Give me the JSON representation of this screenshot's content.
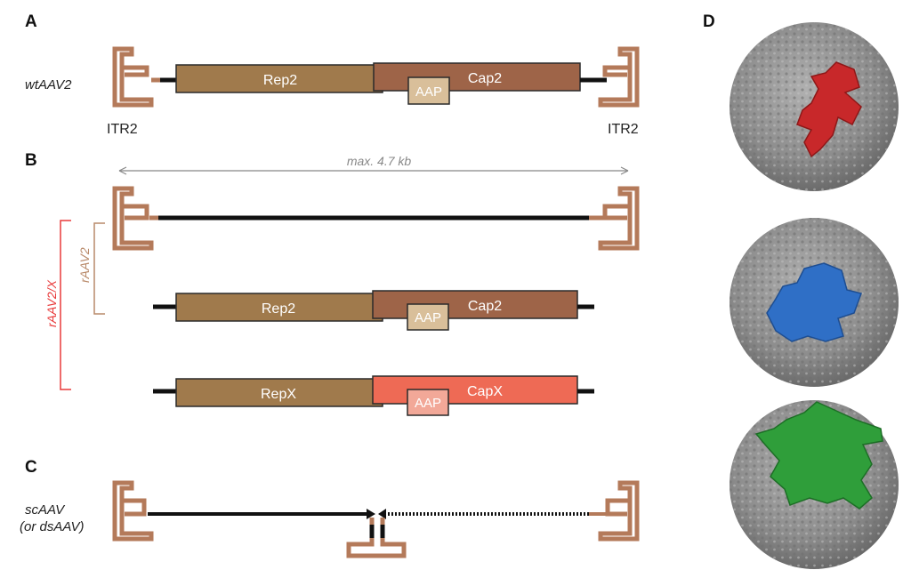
{
  "panels": {
    "a": "A",
    "b": "B",
    "c": "C",
    "d": "D"
  },
  "panel_a": {
    "construct_label": "wtAAV2",
    "itr_left": "ITR2",
    "itr_right": "ITR2",
    "rep": "Rep2",
    "cap": "Cap2",
    "aap": "AAP"
  },
  "panel_b": {
    "size_label": "max. 4.7 kb",
    "bracket_raav2": "rAAV2",
    "bracket_raav2x": "rAAV2/X",
    "helper1": {
      "rep": "Rep2",
      "cap": "Cap2",
      "aap": "AAP"
    },
    "helper2": {
      "rep": "RepX",
      "cap": "CapX",
      "aap": "AAP"
    }
  },
  "panel_c": {
    "label_line1": "scAAV",
    "label_line2": "(or dsAAV)"
  },
  "panel_d": {
    "capsids": [
      {
        "highlight_color": "#c8282a"
      },
      {
        "highlight_color": "#2f6fc6"
      },
      {
        "highlight_color": "#2f9e3a"
      }
    ]
  },
  "colors": {
    "itr": "#b47a5a",
    "rep": "#a07a4c",
    "cap2": "#9e6448",
    "capx": "#ee6a55",
    "aap": "#d9bf9a",
    "aapx": "#f2a898",
    "bracket_raav2": "#b98a6a",
    "bracket_raav2x": "#e83a3a",
    "capsid_gray": "#8c8c8c"
  }
}
